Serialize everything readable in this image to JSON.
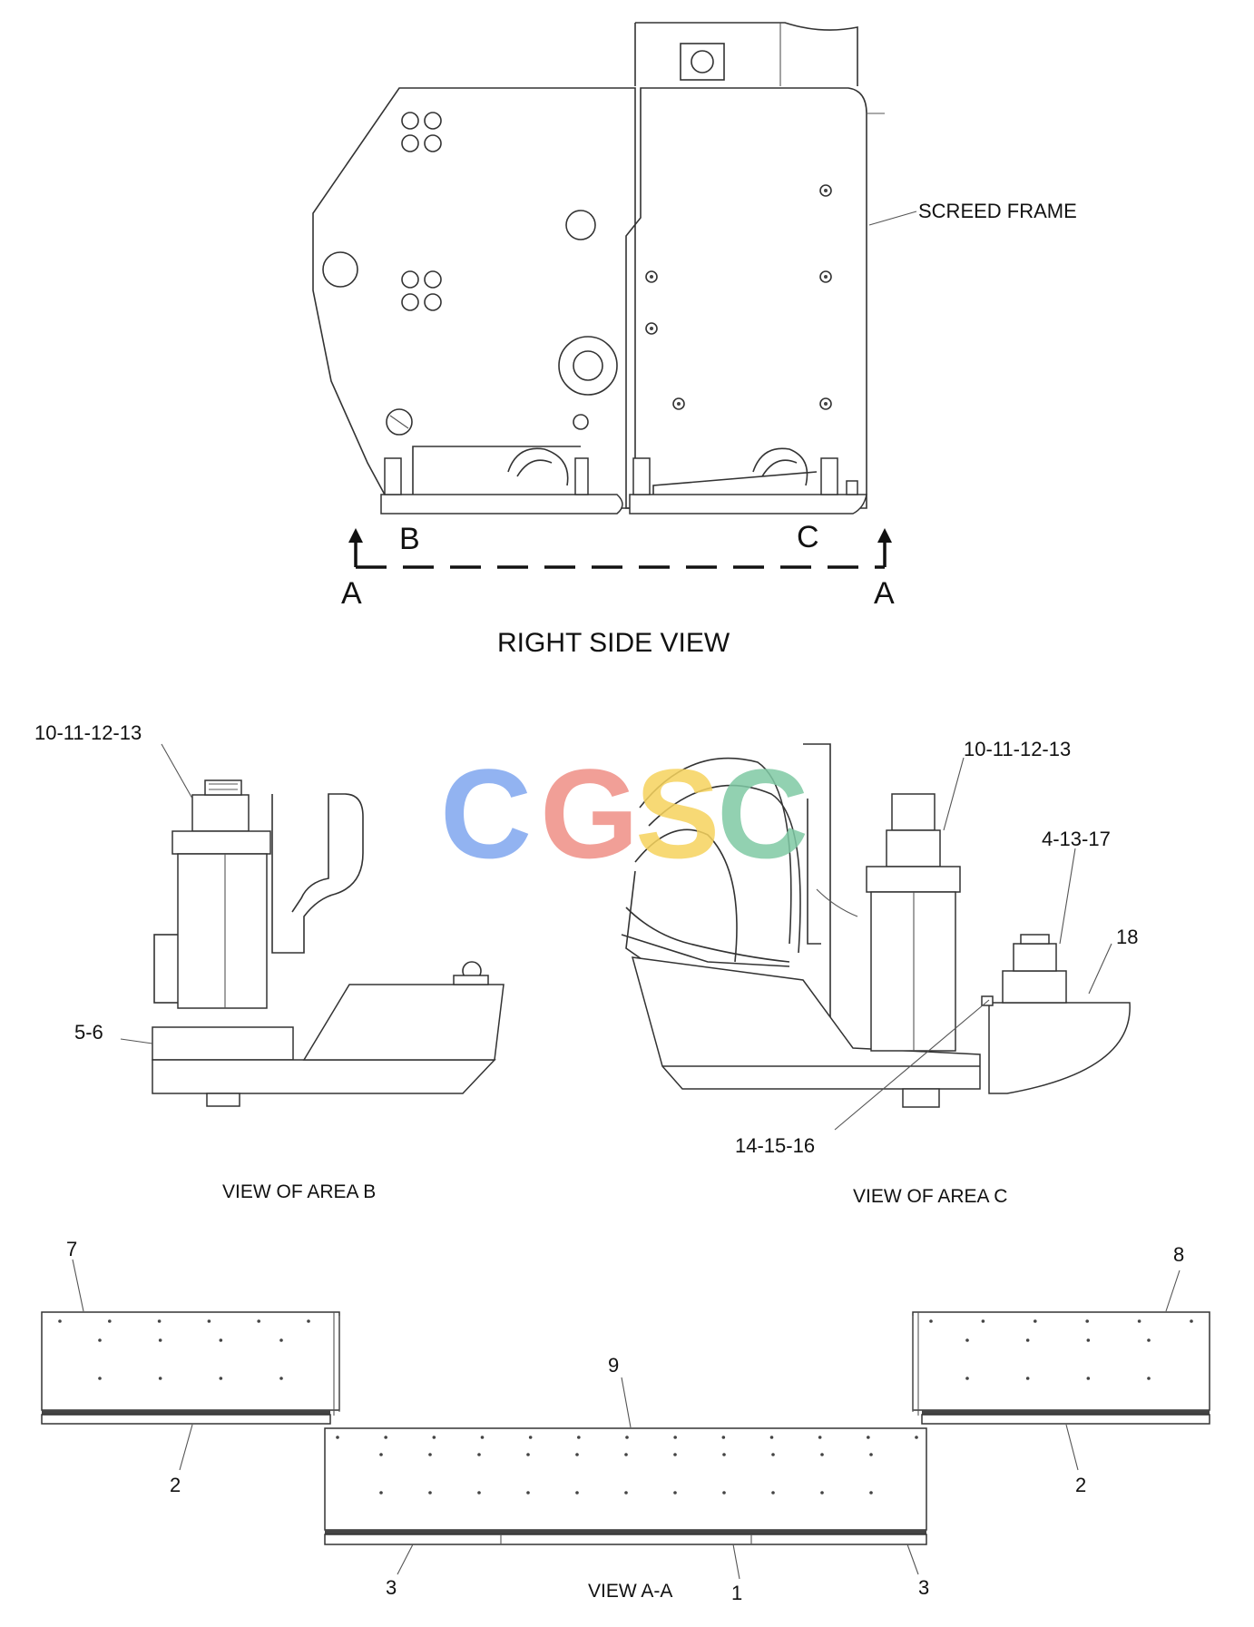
{
  "labels": {
    "screed_frame": "SCREED FRAME",
    "section_left": "A",
    "section_right": "A",
    "detail_b": "B",
    "detail_c": "C",
    "right_side_view": "RIGHT SIDE VIEW",
    "view_area_b": "VIEW OF AREA  B",
    "view_area_c": "VIEW OF AREA  C",
    "view_aa": "VIEW  A-A"
  },
  "callouts": {
    "b_top": "10-11-12-13",
    "b_left": "5-6",
    "c_top": "10-11-12-13",
    "c_bolt": "4-13-17",
    "c_plate": "18",
    "c_bottom": "14-15-16",
    "aa_left_plate": "7",
    "aa_right_plate": "8",
    "aa_center_plate": "9",
    "aa_left_strip": "2",
    "aa_right_strip": "2",
    "aa_left_end": "3",
    "aa_center_strip": "1",
    "aa_right_end": "3"
  },
  "watermark": {
    "text": [
      "C",
      "G",
      "S",
      "C"
    ],
    "colors": [
      "#7fa6ef",
      "#ef8f86",
      "#f6d35e",
      "#7fc9a4"
    ]
  }
}
